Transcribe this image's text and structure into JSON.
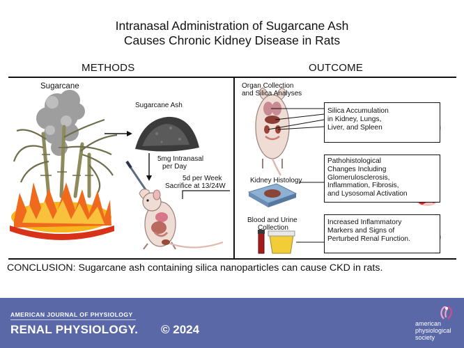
{
  "title_line1": "Intranasal Administration of Sugarcane Ash",
  "title_line2": "Causes Chronic Kidney Disease in Rats",
  "methods": {
    "heading": "METHODS",
    "sugarcane_label": "Sugarcane",
    "ash_label": "Sugarcane Ash",
    "dose_line1": "5mg Intranasal",
    "dose_line2": "per Day",
    "schedule_line1": "5d per Week",
    "schedule_line2": "Sacrifice at 13/24W"
  },
  "outcome": {
    "heading": "OUTCOME",
    "organ_line1": "Organ Collection",
    "organ_line2": "and Silica Analyses",
    "histology_label": "Kidney Histology",
    "blood_line1": "Blood and Urine",
    "blood_line2": "Collection",
    "box1": [
      "Silica Accumulation",
      "in Kidney, Lungs,",
      "Liver, and Spleen"
    ],
    "box2": [
      "Pathohistological",
      "Changes Including",
      "Glomerulosclerosis,",
      "Inflammation, Fibrosis,",
      "and Lysosomal Activation"
    ],
    "box3": [
      "Increased Inflammatory",
      "Markers and Signs of",
      "Perturbed Renal Function."
    ]
  },
  "conclusion": "CONCLUSION: Sugarcane ash containing silica nanoparticles can cause CKD in rats.",
  "footer": {
    "journal": "AMERICAN JOURNAL OF PHYSIOLOGY",
    "series": "RENAL PHYSIOLOGY.",
    "copyright": "© 2024",
    "society_line1": "american",
    "society_line2": "physiological",
    "society_line3": "society"
  },
  "colors": {
    "footer_bg": "#5a68a8",
    "kidney": "#8f3a2e",
    "flame": "#f06a1d",
    "glow": "#e0242a"
  }
}
